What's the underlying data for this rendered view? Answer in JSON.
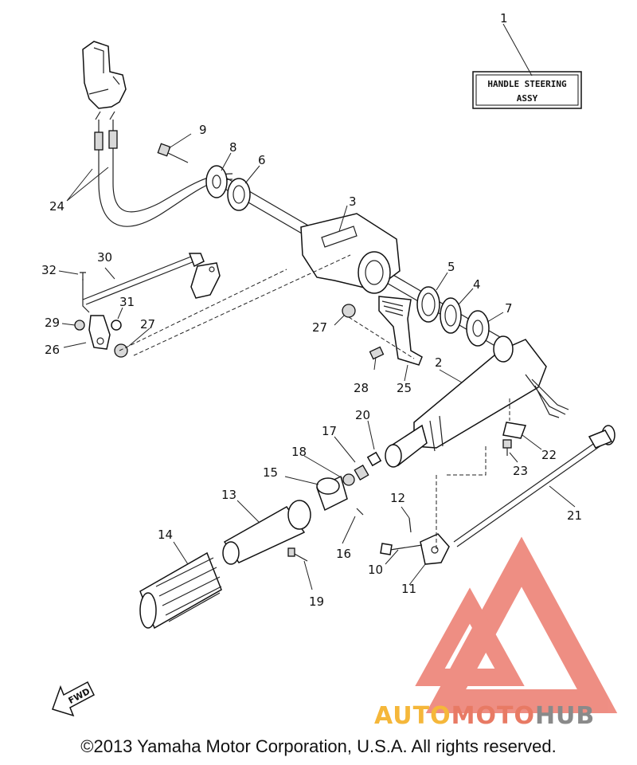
{
  "diagram": {
    "assy_label_line1": "HANDLE STEERING",
    "assy_label_line2": "ASSY",
    "fwd_label": "FWD",
    "part_numbers": [
      "1",
      "2",
      "3",
      "4",
      "5",
      "6",
      "7",
      "8",
      "9",
      "10",
      "11",
      "12",
      "13",
      "14",
      "15",
      "16",
      "17",
      "18",
      "19",
      "20",
      "21",
      "22",
      "23",
      "24",
      "25",
      "26",
      "27",
      "27",
      "28",
      "29",
      "30",
      "31",
      "32"
    ]
  },
  "watermark": {
    "part1": "AUTO",
    "part2": "MOTO",
    "part3": "HUB",
    "colors": {
      "auto": "#f5b73a",
      "moto": "#e87a64",
      "hub": "#8a8a8a",
      "triangle": "#ec7b6e"
    }
  },
  "footer": {
    "copyright": "©2013 Yamaha Motor Corporation, U.S.A. All rights reserved."
  }
}
